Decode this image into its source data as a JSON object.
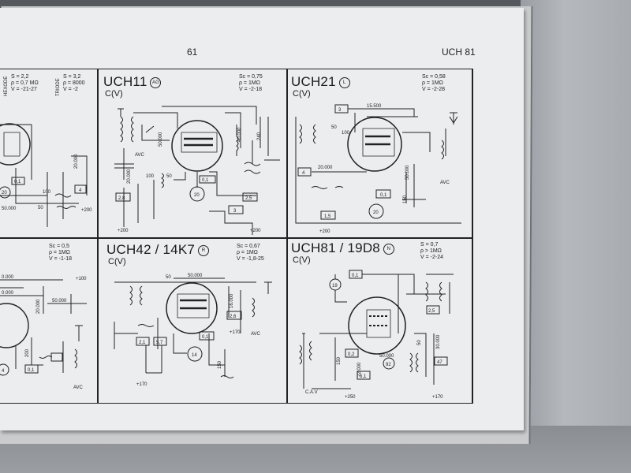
{
  "page": {
    "number": "61",
    "running_title": "UCH 81"
  },
  "cells": {
    "partial_top": {
      "specs_left": "S = 2,2\nρ = 0,7 MΩ\nV = -21-27",
      "specs_right": "S = 3,2\nρ = 8000\nV = -2",
      "side_left": "HEXODE",
      "side_right": "TRIODE",
      "labels": [
        "0,1",
        "20",
        "100",
        "20.000",
        "4",
        "50",
        "50.000",
        "+200"
      ]
    },
    "uch11": {
      "title": "UCH11",
      "badge": "AG",
      "subtitle": "C(V)",
      "specs": "Sc = 0,75\nρ = 1MΩ\nV = -2-18",
      "labels": [
        "50.000",
        "40.000",
        "240",
        "0,1",
        "100",
        "50",
        "20.000",
        "2,8",
        "20",
        "2,5",
        "3",
        "+200",
        "+200",
        "AVC"
      ]
    },
    "uch21": {
      "title": "UCH21",
      "badge": "L",
      "subtitle": "C(V)",
      "specs": "Sc = 0,58\nρ = 1MΩ\nV = -2-28",
      "labels": [
        "3",
        "15.500",
        "50",
        "100",
        "4",
        "20.000",
        "0,1",
        "50.000",
        "150",
        "1,5",
        "20",
        "+200",
        "AVC"
      ]
    },
    "partial_bottom": {
      "specs": "Sc = 0,5\nρ = 1MΩ\nV = -1-18",
      "labels": [
        "0.000",
        "0.000",
        "20.000",
        "50.000",
        "+100",
        "200",
        "0,1",
        "4",
        "AVC"
      ]
    },
    "uch42": {
      "title": "UCH42 / 14K7",
      "badge": "R",
      "subtitle": "C(V)",
      "specs": "Sc = 0,67\nρ = 1MΩ\nV = -1,8-25",
      "labels": [
        "50",
        "50.000",
        "16.000",
        "2,6",
        "0,1",
        "2,1",
        "5,7",
        "14",
        "150",
        "+170",
        "+170",
        "AVC"
      ]
    },
    "uch81": {
      "title": "UCH81 / 19D8",
      "badge": "N",
      "subtitle": "C(V)",
      "specs": "S = 0,7\nρ > 1MΩ\nV = -2-24",
      "labels": [
        "19",
        "0,1",
        "2,5",
        "50",
        "30.000",
        "0,2",
        "50.000",
        "150",
        "22.000",
        "5,1",
        "92",
        "47",
        "C.A.V",
        "+250",
        "+170"
      ]
    }
  }
}
